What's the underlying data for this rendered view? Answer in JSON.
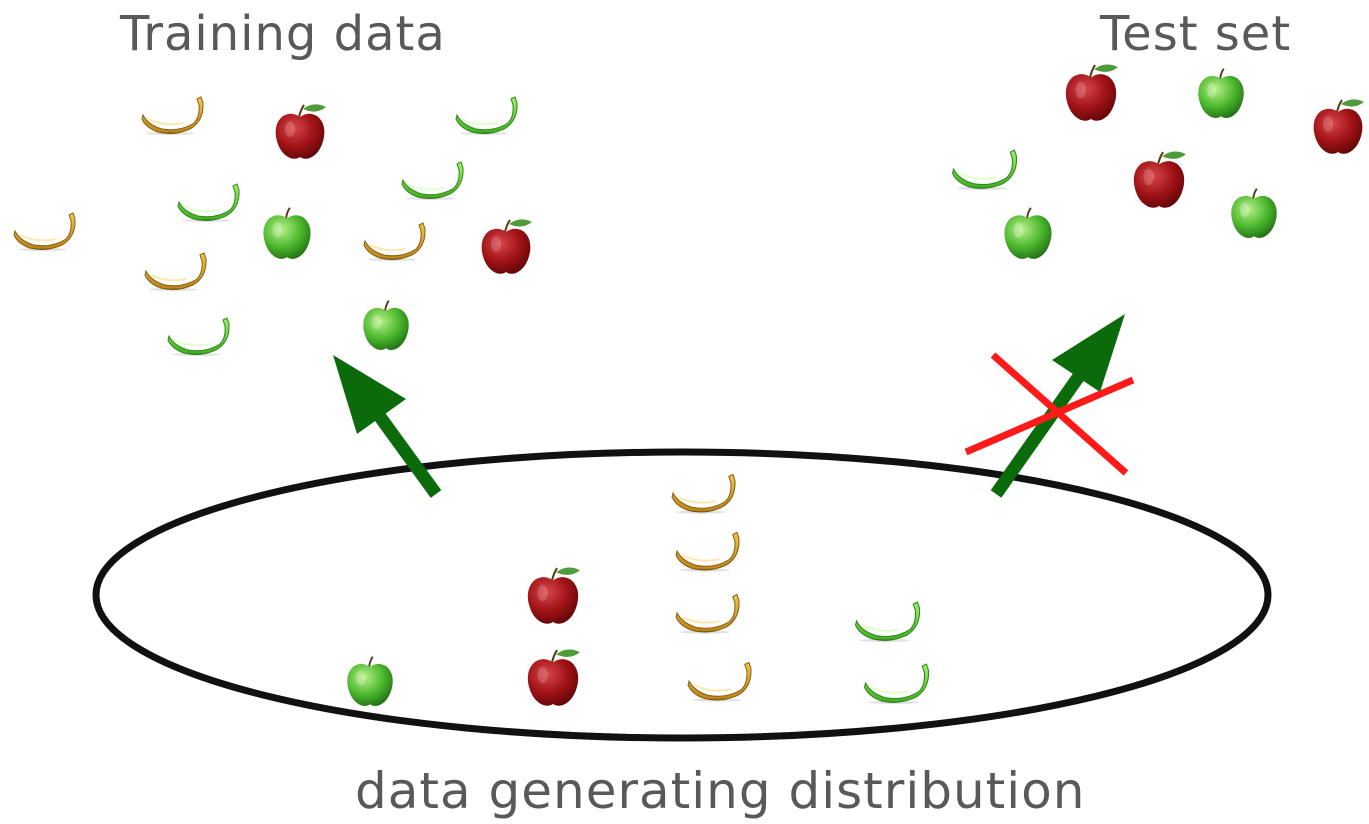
{
  "labels": {
    "training": "Training data",
    "test": "Test set",
    "distribution": "data generating distribution"
  },
  "colors": {
    "text": "#595959",
    "arrow": "#0b6b0b",
    "cross": "#ff1a1a",
    "ellipse": "#111111",
    "banana_yellow": "#d9a520",
    "banana_green": "#62d43a",
    "apple_red": "#9c0f12",
    "apple_green": "#45b62c"
  },
  "training_items": [
    "yellow-banana",
    "red-apple",
    "green-banana",
    "green-banana",
    "green-banana",
    "yellow-banana",
    "green-apple",
    "yellow-banana",
    "red-apple",
    "yellow-banana",
    "green-banana",
    "green-apple"
  ],
  "test_items": [
    "red-apple",
    "green-apple",
    "red-apple",
    "green-banana",
    "red-apple",
    "green-apple",
    "green-apple"
  ],
  "distribution_items": [
    "yellow-banana",
    "yellow-banana",
    "red-apple",
    "yellow-banana",
    "green-banana",
    "green-apple",
    "red-apple",
    "yellow-banana",
    "green-banana"
  ]
}
